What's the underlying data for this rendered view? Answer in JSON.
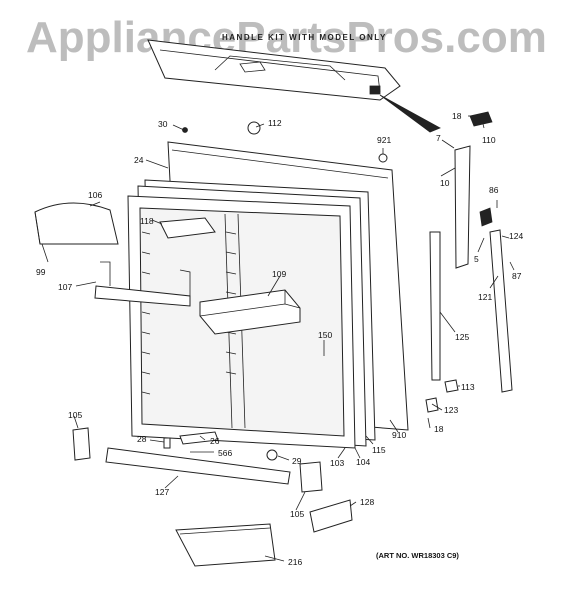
{
  "watermark": "AppliancePartsPros.com",
  "top_note": "HANDLE KIT WITH MODEL ONLY",
  "art_number": "(ART NO. WR18303 C9)",
  "callouts": [
    {
      "id": "c18a",
      "text": "18"
    },
    {
      "id": "c110",
      "text": "110"
    },
    {
      "id": "c30",
      "text": "30"
    },
    {
      "id": "c112",
      "text": "112"
    },
    {
      "id": "c921",
      "text": "921"
    },
    {
      "id": "c7",
      "text": "7"
    },
    {
      "id": "c24",
      "text": "24"
    },
    {
      "id": "c10",
      "text": "10"
    },
    {
      "id": "c86",
      "text": "86"
    },
    {
      "id": "c106",
      "text": "106"
    },
    {
      "id": "c118",
      "text": "118"
    },
    {
      "id": "c124",
      "text": "124"
    },
    {
      "id": "c99",
      "text": "99"
    },
    {
      "id": "c5",
      "text": "5"
    },
    {
      "id": "c87",
      "text": "87"
    },
    {
      "id": "c109",
      "text": "109"
    },
    {
      "id": "c107",
      "text": "107"
    },
    {
      "id": "c121",
      "text": "121"
    },
    {
      "id": "c125",
      "text": "125"
    },
    {
      "id": "c150",
      "text": "150"
    },
    {
      "id": "c113",
      "text": "113"
    },
    {
      "id": "c123",
      "text": "123"
    },
    {
      "id": "c105a",
      "text": "105"
    },
    {
      "id": "c18b",
      "text": "18"
    },
    {
      "id": "c910",
      "text": "910"
    },
    {
      "id": "c28",
      "text": "28"
    },
    {
      "id": "c26",
      "text": "26"
    },
    {
      "id": "c115",
      "text": "115"
    },
    {
      "id": "c566",
      "text": "566"
    },
    {
      "id": "c104",
      "text": "104"
    },
    {
      "id": "c29",
      "text": "29"
    },
    {
      "id": "c103",
      "text": "103"
    },
    {
      "id": "c127",
      "text": "127"
    },
    {
      "id": "c105b",
      "text": "105"
    },
    {
      "id": "c128",
      "text": "128"
    },
    {
      "id": "c216",
      "text": "216"
    }
  ]
}
